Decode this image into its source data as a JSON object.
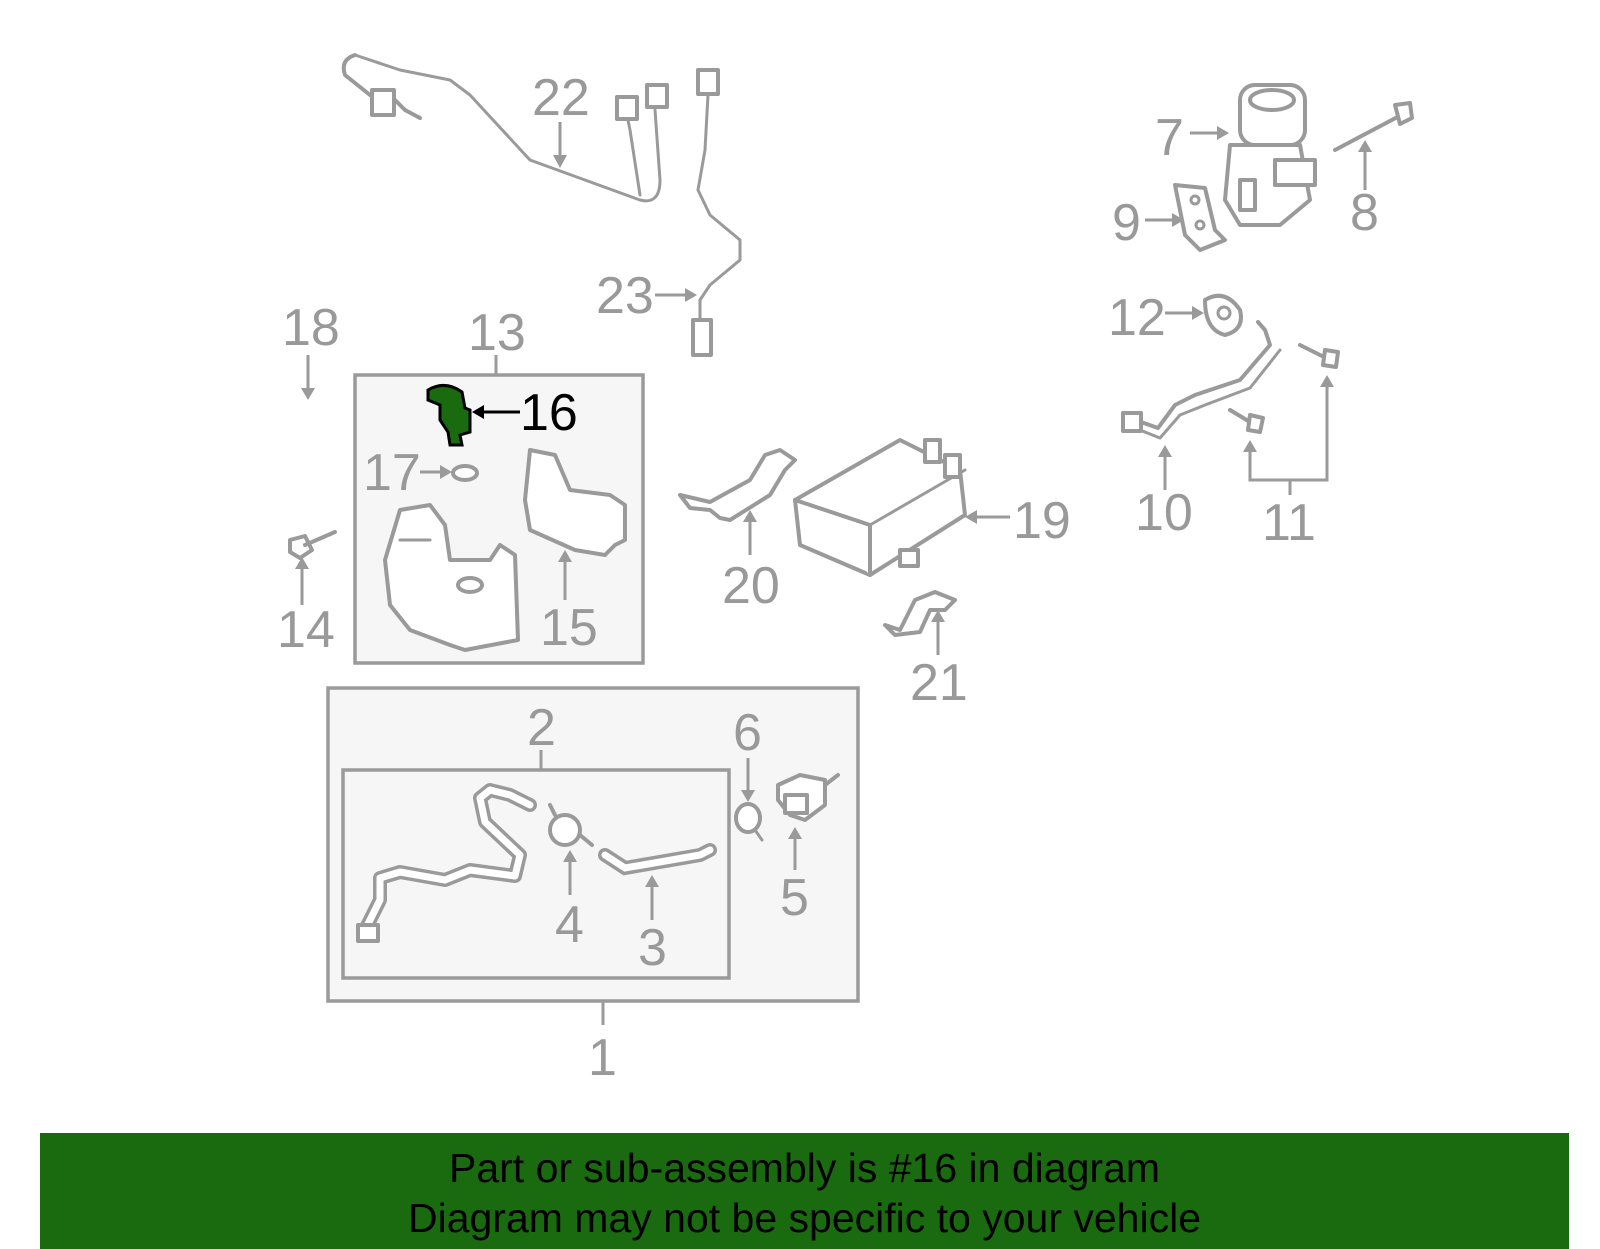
{
  "callouts": {
    "c1": "1",
    "c2": "2",
    "c3": "3",
    "c4": "4",
    "c5": "5",
    "c6": "6",
    "c7": "7",
    "c8": "8",
    "c9": "9",
    "c10": "10",
    "c11": "11",
    "c12": "12",
    "c13": "13",
    "c14": "14",
    "c15": "15",
    "c16": "16",
    "c17": "17",
    "c18": "18",
    "c19": "19",
    "c20": "20",
    "c21": "21",
    "c22": "22",
    "c23": "23"
  },
  "highlight": {
    "part_number": "16",
    "color": "#1a6b10"
  },
  "banner": {
    "line1": "Part or sub-assembly is #16 in diagram",
    "line2": "Diagram may not be specific to your vehicle",
    "background": "#1a6b10"
  }
}
